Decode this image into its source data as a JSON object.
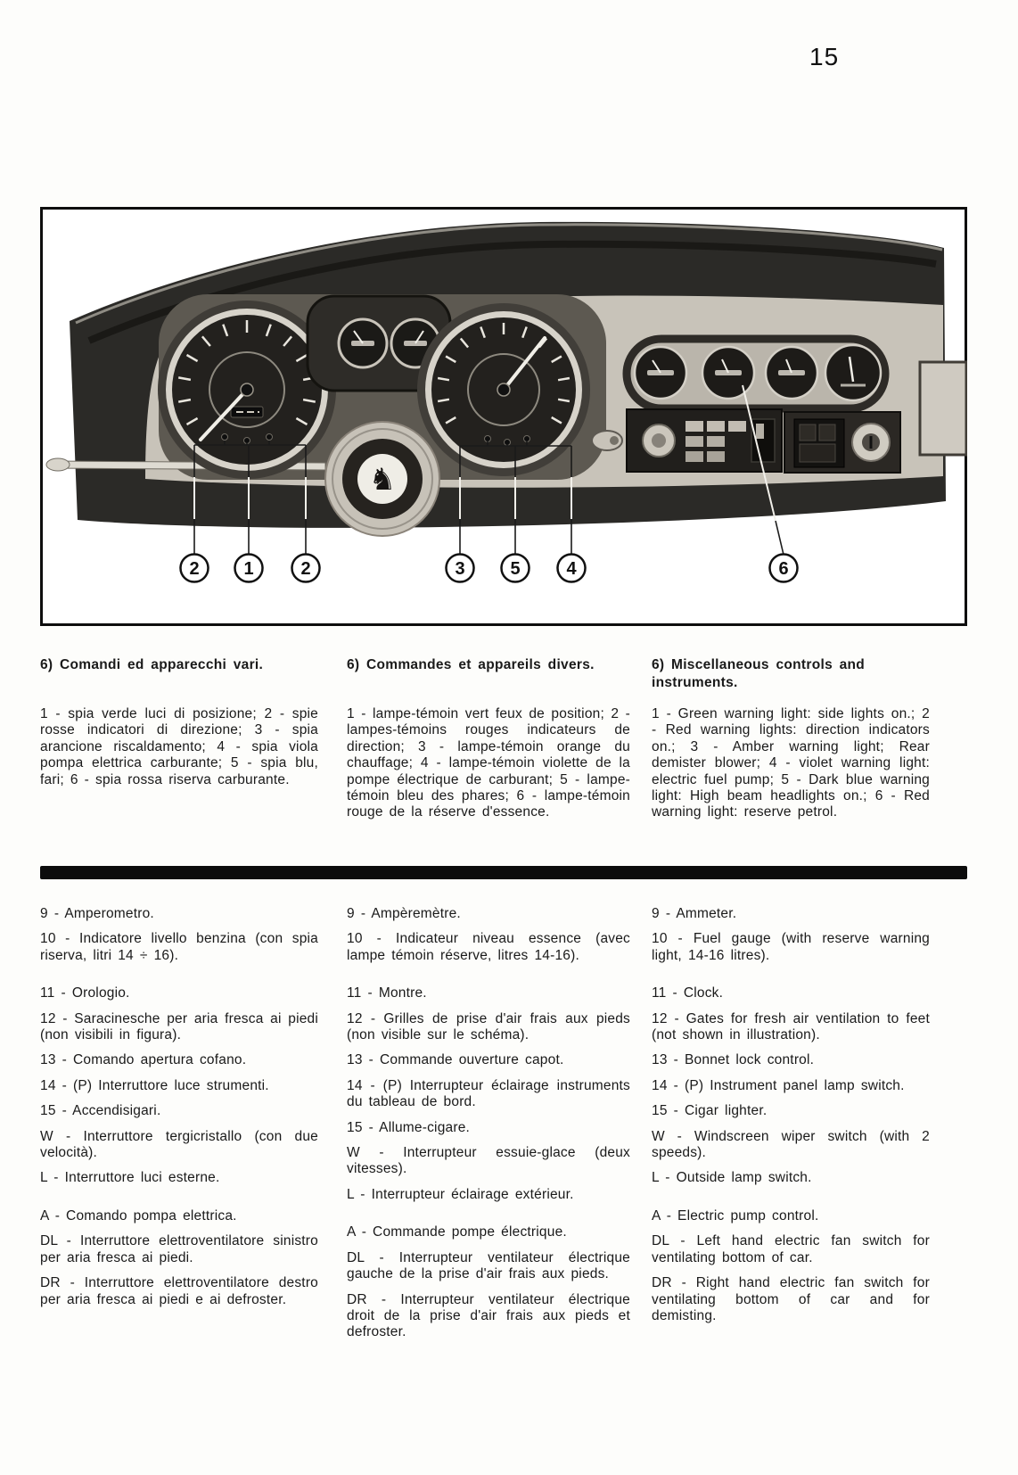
{
  "page": {
    "number": "15"
  },
  "figure": {
    "callouts": [
      "2",
      "1",
      "2",
      "3",
      "5",
      "4",
      "6"
    ],
    "prancing_horse_icon": "♞"
  },
  "sections": {
    "upper": {
      "it": {
        "heading": "6) Comandi ed apparecchi vari.",
        "body": "1 - spia verde luci di posizione; 2 - spie rosse indicatori di direzione; 3 - spia arancione riscaldamento; 4 - spia viola pompa elettrica carburante; 5 - spia blu, fari; 6 - spia rossa riserva carburante."
      },
      "fr": {
        "heading": "6) Commandes et appareils divers.",
        "body": "1 - lampe-témoin vert feux de position; 2 - lampes-témoins rouges indicateurs de direction; 3 - lampe-témoin orange du chauffage; 4 - lampe-témoin violette de la pompe électrique de carburant; 5 - lampe-témoin bleu des phares; 6 - lampe-témoin rouge de la réserve d'essence."
      },
      "en": {
        "heading": "6) Miscellaneous controls and instruments.",
        "body": "1 - Green warning light: side lights on.; 2 - Red warning lights: direction indicators on.; 3 - Amber warning light; Rear demister blower; 4 - violet warning light: electric fuel pump; 5 - Dark blue warning light: High beam headlights on.; 6 - Red warning light: reserve petrol."
      }
    },
    "lower": {
      "it": [
        "9 - Amperometro.",
        "10 - Indicatore livello benzina (con spia riserva, litri 14 ÷ 16).",
        "11 - Orologio.",
        "12 - Saracinesche per aria fresca ai piedi (non visibili in figura).",
        "13 - Comando apertura cofano.",
        "14 - (P) Interruttore luce strumenti.",
        "15 - Accendisigari.",
        "W - Interruttore tergicristallo (con due velocità).",
        "L - Interruttore luci esterne.",
        "A - Comando pompa elettrica.",
        "DL - Interruttore elettroventilatore sinistro per aria fresca ai piedi.",
        "DR - Interruttore elettroventilatore destro per aria fresca ai piedi e ai defroster."
      ],
      "fr": [
        "9 - Ampèremètre.",
        "10 - Indicateur niveau essence (avec lampe témoin réserve, litres 14-16).",
        "11 - Montre.",
        "12 - Grilles de prise d'air frais aux pieds (non visible sur le schéma).",
        "13 - Commande ouverture capot.",
        "14 - (P) Interrupteur éclairage instruments du tableau de bord.",
        "15 - Allume-cigare.",
        "W - Interrupteur essuie-glace (deux vitesses).",
        "L - Interrupteur éclairage extérieur.",
        "A - Commande pompe électrique.",
        "DL - Interrupteur ventilateur électrique gauche de la prise d'air frais aux pieds.",
        "DR - Interrupteur ventilateur électrique droit de la prise d'air frais aux pieds et defroster."
      ],
      "en": [
        "9 - Ammeter.",
        "10 - Fuel gauge (with reserve warning light, 14-16 litres).",
        "11 - Clock.",
        "12 - Gates for fresh air ventilation to feet (not shown in illustration).",
        "13 - Bonnet lock control.",
        "14 - (P) Instrument panel lamp switch.",
        "15 - Cigar lighter.",
        "W - Windscreen wiper switch (with 2 speeds).",
        "L - Outside lamp switch.",
        "A - Electric pump control.",
        "DL - Left hand electric fan switch for ventilating bottom of car.",
        "DR - Right hand electric fan switch for ventilating bottom of car and for demisting."
      ]
    }
  }
}
